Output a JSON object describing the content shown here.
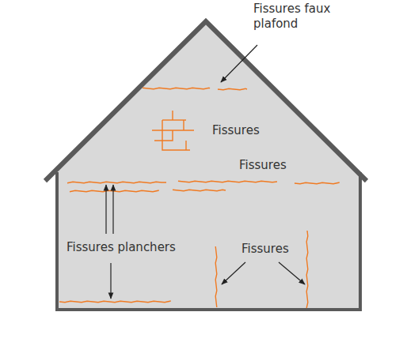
{
  "diagram": {
    "labels": [
      "Fissures faux plafond",
      "Fissures",
      "Fissures",
      "Fissures planchers",
      "Fissures"
    ]
  }
}
